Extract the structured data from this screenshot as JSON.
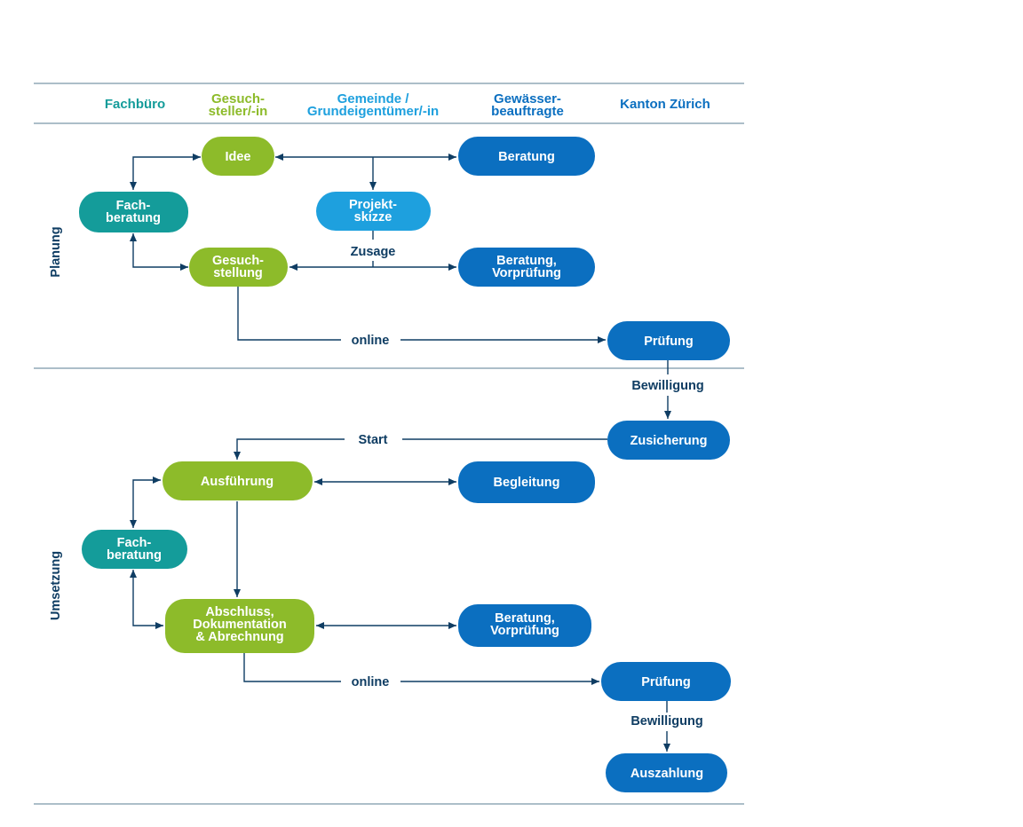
{
  "colors": {
    "teal": "#149c9a",
    "green": "#8dbb2a",
    "lightblue": "#1ea0de",
    "blue": "#0b6fc0",
    "line": "#0f3d63"
  },
  "columns": {
    "fachbuero": [
      "Fachbüro"
    ],
    "gesuchsteller": [
      "Gesuch-",
      "steller/-in"
    ],
    "gemeinde": [
      "Gemeinde /",
      "Grundeigentümer/-in"
    ],
    "gewaesser": [
      "Gewässer-",
      "beauftragte"
    ],
    "kanton": [
      "Kanton Zürich"
    ]
  },
  "phases": {
    "planung": "Planung",
    "umsetzung": "Umsetzung"
  },
  "nodes": {
    "idee": [
      "Idee"
    ],
    "beratung1": [
      "Beratung"
    ],
    "fachberatung1": [
      "Fach-",
      "beratung"
    ],
    "projektskizze": [
      "Projekt-",
      "skizze"
    ],
    "gesuchstellung": [
      "Gesuch-",
      "stellung"
    ],
    "beratung_vorpruefung1": [
      "Beratung,",
      "Vorprüfung"
    ],
    "pruefung1": [
      "Prüfung"
    ],
    "zusicherung": [
      "Zusicherung"
    ],
    "ausfuehrung": [
      "Ausführung"
    ],
    "begleitung": [
      "Begleitung"
    ],
    "fachberatung2": [
      "Fach-",
      "beratung"
    ],
    "abschluss": [
      "Abschluss,",
      "Dokumentation",
      "& Abrechnung"
    ],
    "beratung_vorpruefung2": [
      "Beratung,",
      "Vorprüfung"
    ],
    "pruefung2": [
      "Prüfung"
    ],
    "auszahlung": [
      "Auszahlung"
    ]
  },
  "edge_labels": {
    "zusage": "Zusage",
    "online1": "online",
    "bewilligung1": "Bewilligung",
    "start": "Start",
    "online2": "online",
    "bewilligung2": "Bewilligung"
  }
}
